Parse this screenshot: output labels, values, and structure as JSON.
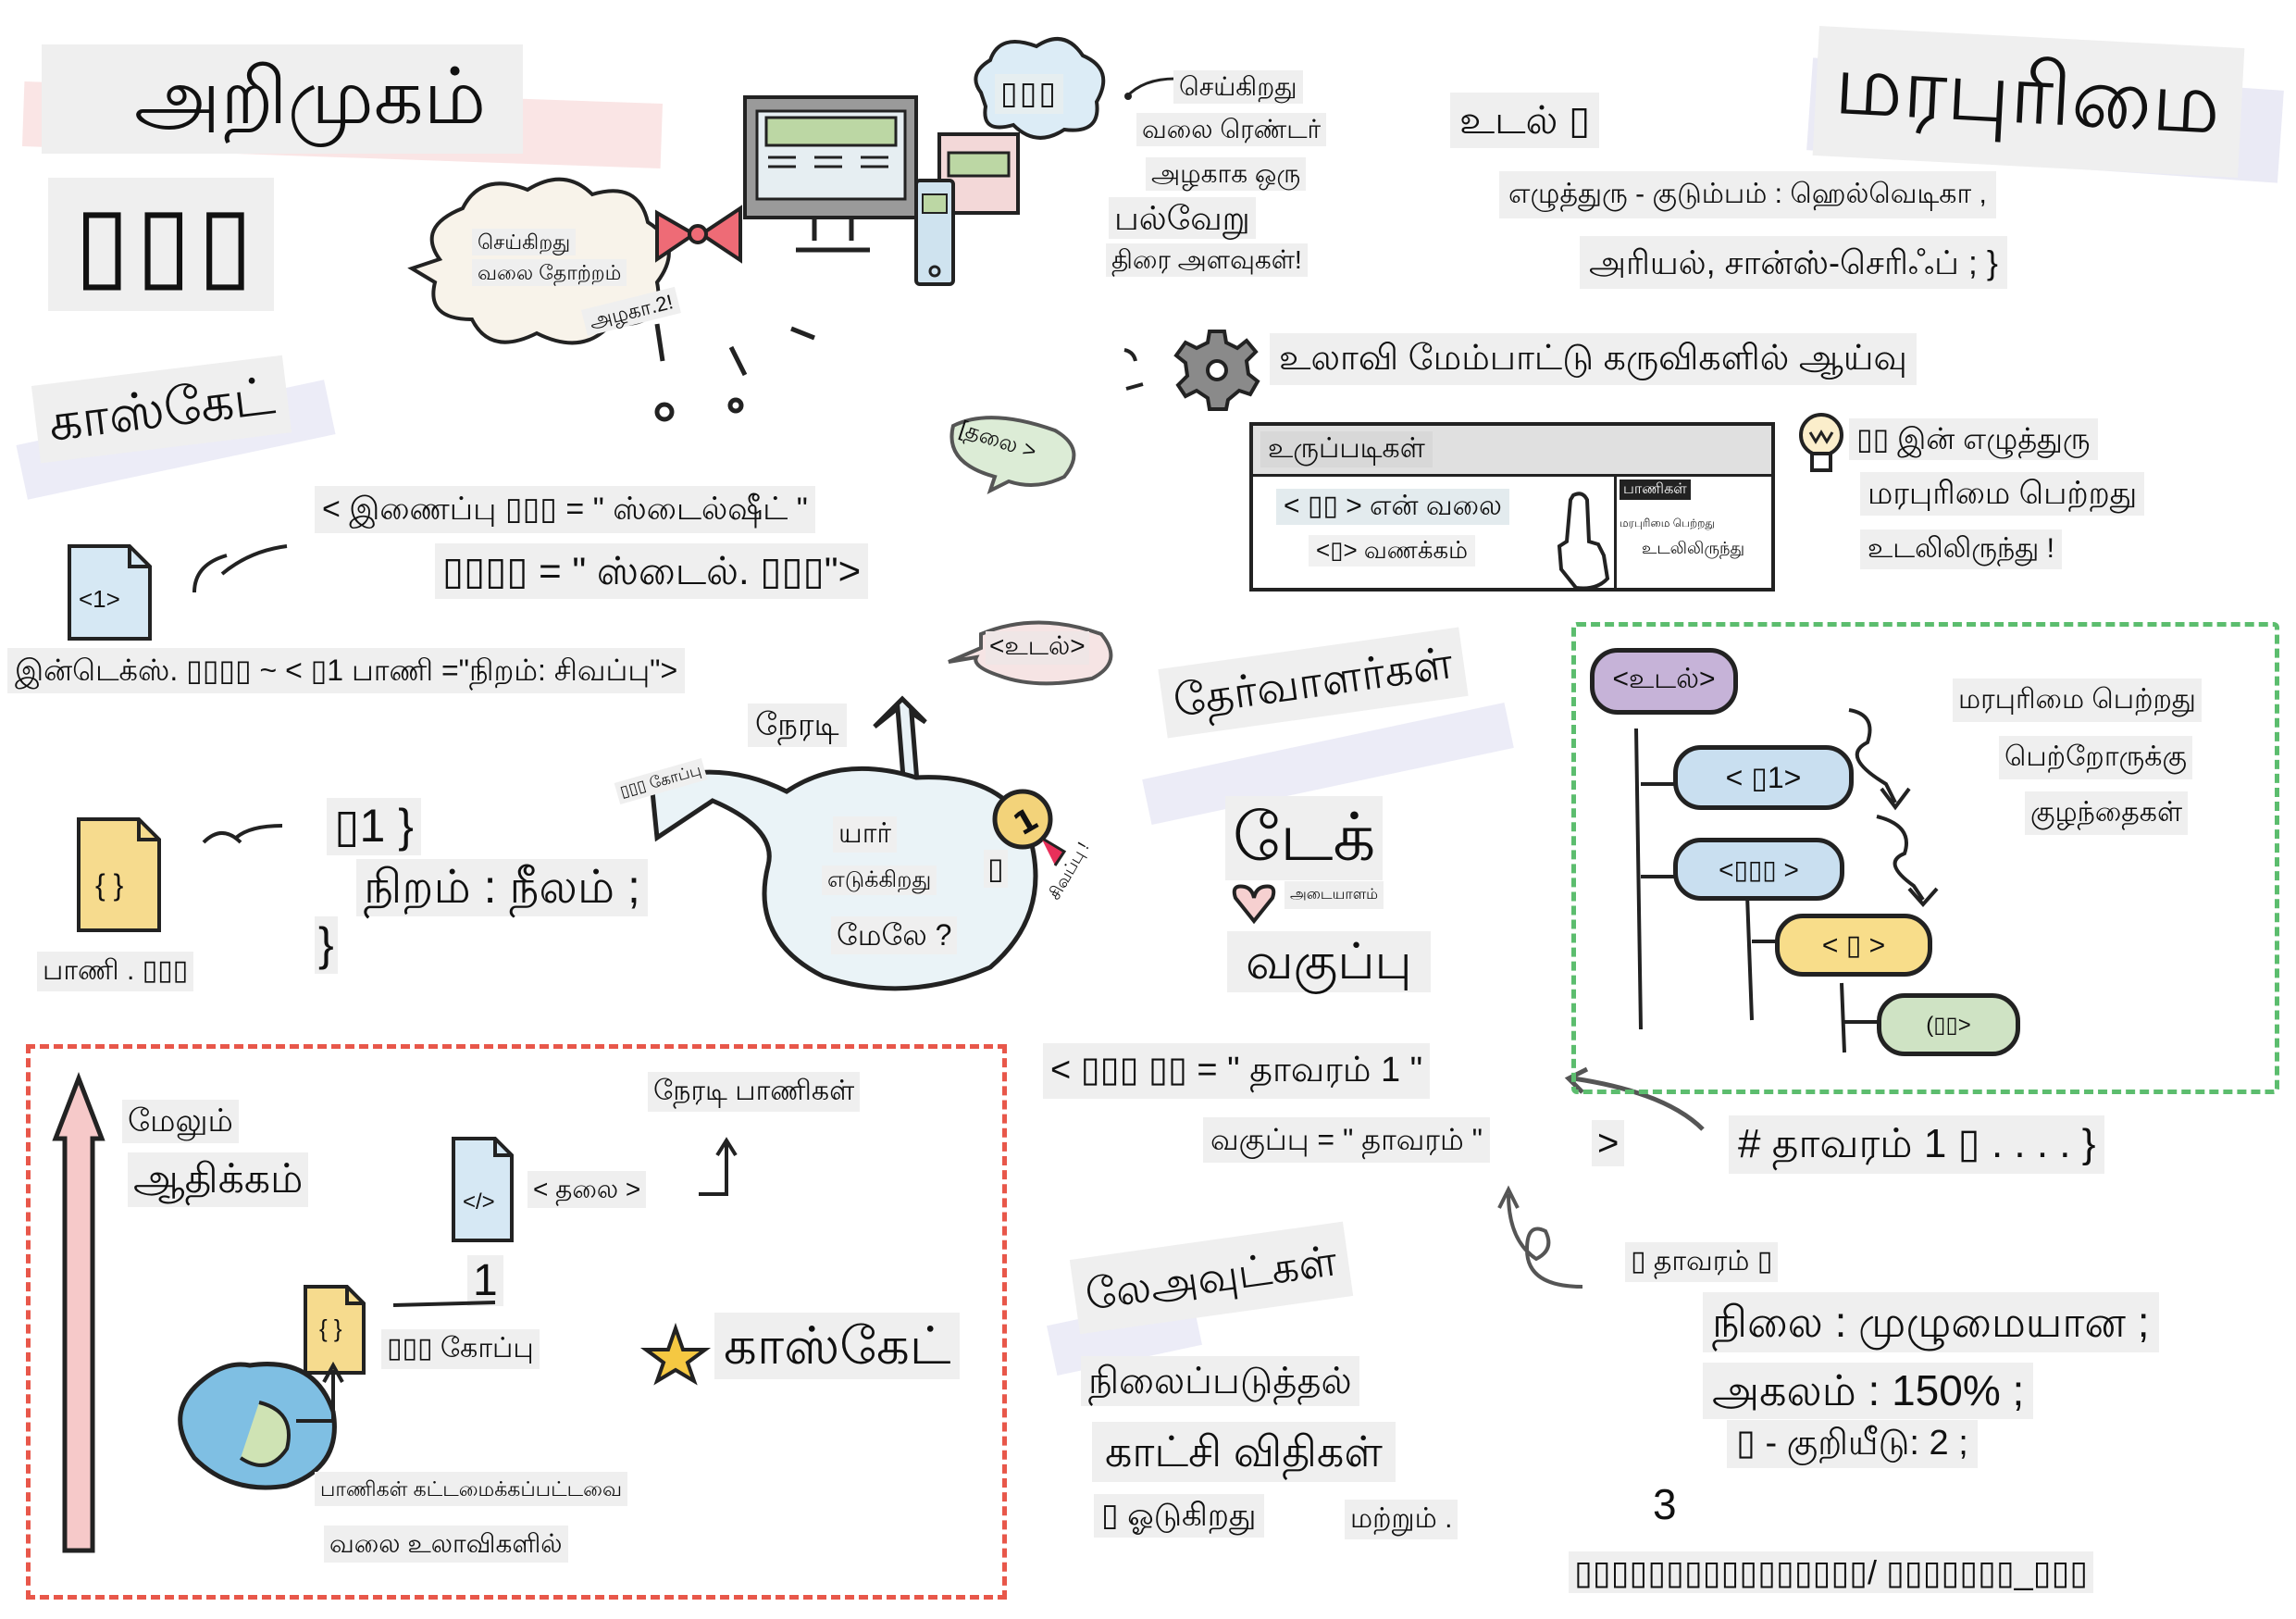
{
  "intro": {
    "title": "அறிமுகம்",
    "subtitle_glyphs": "▯▯▯"
  },
  "cloud_left": {
    "line1": "செய்கிறது",
    "line2": "வலை தோற்றம்",
    "line3": "அழகா.2!"
  },
  "screens_note": {
    "bubble": "▯▯▯",
    "line1": "செய்கிறது",
    "line2": "வலை ரெண்டர்",
    "line3": "அழகாக ஒரு",
    "line4": "பல்வேறு",
    "line5": "திரை அளவுகள்!"
  },
  "inheritance": {
    "title": "மரபுரிமை",
    "body_tag": "உடல் ▯",
    "font_line1": "எழுத்துரு - குடும்பம் : ஹெல்வெடிகா ,",
    "font_line2": "அரியல், சான்ஸ்-செரிஃப் ; }",
    "devtools_heading": "உலாவி மேம்பாட்டு கருவிகளில் ஆய்வு",
    "devtools": {
      "tab": "உருப்படிகள்",
      "row1": "< ▯▯ > என் வலை",
      "row2": "<▯> வணக்கம்",
      "side_tab": "பாணிகள்",
      "side_line1": "மரபுரிமை பெற்றது",
      "side_line2": "உடலிலிருந்து"
    },
    "tip_line1": "▯▯ இன் எழுத்துரு",
    "tip_line2": "மரபுரிமை பெற்றது",
    "tip_line3": "உடலிலிருந்து !"
  },
  "cascade": {
    "title": "காஸ்கேட்",
    "link_line1": "< இணைப்பு ▯▯▯ = \" ஸ்டைல்ஷீட் \"",
    "link_line2": "▯▯▯▯ = \" ஸ்டைல். ▯▯▯\">",
    "html_file_label": "<1>",
    "index_line": "இன்டெக்ஸ். ▯▯▯▯ ~ < ▯1 பாணி =\"நிறம்: சிவப்பு\">",
    "head_bubble": "[தலை >",
    "body_bubble": "<உடல்>",
    "direct": "நேரடி",
    "css_file_glyph": "{ }",
    "css_rule_line1": "▯1 }",
    "css_rule_line2": "நிறம் : நீலம் ;",
    "css_rule_line3": "}",
    "css_file_name": "பாணி . ▯▯▯",
    "css_file_arrow_label": "▯▯▯ கோப்பு",
    "who_line1": "யார்",
    "who_line2": "எடுக்கிறது",
    "who_line3": "மேலே ?",
    "medal_num": "1",
    "medal_glyph": "▯",
    "red_label": "சிவப்பு !"
  },
  "authority": {
    "more": "மேலும்",
    "authority": "ஆதிக்கம்",
    "inline_styles": "நேரடி பாணிகள்",
    "head_tag": "< தலை >",
    "num_1": "1",
    "css_file": "▯▯▯ கோப்பு",
    "cascade": "காஸ்கேட்",
    "browser_line1": "பாணிகள் கட்டமைக்கப்பட்டவை",
    "browser_line2": "வலை உலாவிகளில்"
  },
  "selectors": {
    "title": "தேர்வாளர்கள்",
    "tag": "டேக்",
    "id_label": "அடையாளம்",
    "class": "வகுப்பு",
    "markup_line1": "< ▯▯▯ ▯▯ = \" தாவரம் 1 \"",
    "markup_line2": "வகுப்பு = \" தாவரம் \"",
    "markup_close": ">",
    "id_rule": "# தாவரம் 1 ▯ . . . . }",
    "class_rule_head": "▯ தாவரம் ▯",
    "class_rule_1": "நிலை : முழுமையான ;",
    "class_rule_2": "அகலம் : 150% ;",
    "class_rule_3": "▯ - குறியீடு: 2 ;",
    "num_3": "3"
  },
  "tree": {
    "nodes": [
      {
        "label": "<உடல்>",
        "color": "#c6b3d8"
      },
      {
        "label": "< ▯1>",
        "color": "#c9dff0"
      },
      {
        "label": "<▯▯▯ >",
        "color": "#c9dff0"
      },
      {
        "label": "< ▯ >",
        "color": "#f8dd8a"
      },
      {
        "label": "(▯▯>",
        "color": "#cfe3c4"
      }
    ],
    "note_line1": "மரபுரிமை பெற்றது",
    "note_line2": "பெற்றோருக்கு",
    "note_line3": "குழந்தைகள்"
  },
  "layouts": {
    "title": "லேஅவுட்கள்",
    "line1": "நிலைப்படுத்தல்",
    "line2": "காட்சி விதிகள்",
    "line3": "▯ ஓடுகிறது",
    "line3b": "மற்றும் ."
  },
  "credit": "▯▯▯▯▯▯▯▯▯▯▯▯▯▯▯▯/ ▯▯▯▯▯▯▯_▯▯▯",
  "colors": {
    "label_bg": "#efefef",
    "red_dash": "#e8574a",
    "green_dash": "#5cbd6e",
    "ink": "#111111",
    "bow": "#e8505b"
  }
}
